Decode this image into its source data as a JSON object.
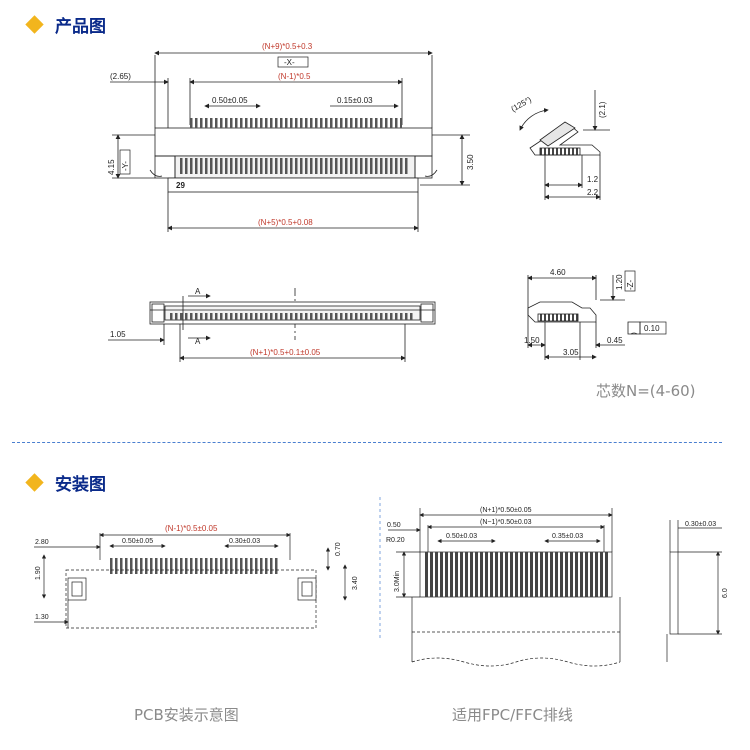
{
  "sections": {
    "product_title": "产品图",
    "install_title": "安装图"
  },
  "product": {
    "dim_top_total": "(N+9)*0.5+0.3",
    "label_x": "-X-",
    "dim_left": "(2.65)",
    "dim_pitch_total": "(N-1)*0.5",
    "dim_pitch": "0.50±0.05",
    "dim_pin_tol": "0.15±0.03",
    "dim_height": "4.15",
    "label_y": "-Y-",
    "dim_right_h": "3.50",
    "pin_number": "29",
    "dim_bottom": "(N+5)*0.5+0.08",
    "side_angle": "(125°)",
    "side_h": "(2.1)",
    "side_12": "1.2",
    "side_22": "2.2",
    "front_a_top": "A",
    "front_a_bottom": "A",
    "front_105": "1.05",
    "front_bottom": "(N+1)*0.5+0.1±0.05",
    "detail_460": "4.60",
    "detail_120": "1.20",
    "label_z": "-Z-",
    "detail_010": "0.10",
    "detail_150": "1.50",
    "detail_045": "0.45",
    "detail_305": "3.05",
    "pin_count_note": "芯数N=(4-60)"
  },
  "pcb": {
    "dim_total": "(N-1)*0.5±0.05",
    "dim_280": "2.80",
    "dim_pitch": "0.50±0.05",
    "dim_tol": "0.30±0.03",
    "dim_070": "0.70",
    "dim_190": "1.90",
    "dim_340": "3.40",
    "dim_130": "1.30",
    "caption": "PCB安装示意图"
  },
  "fpc": {
    "dim_n1": "(N+1)*0.50±0.05",
    "dim_050": "0.50",
    "dim_nm1": "(N−1)*0.50±0.03",
    "dim_r020": "R0.20",
    "dim_pitch": "0.50±0.03",
    "dim_tol": "0.35±0.03",
    "dim_3min": "3.0Min",
    "side_030": "0.30±0.03",
    "side_60": "6.0",
    "caption": "适用FPC/FFC排线"
  },
  "colors": {
    "title": "#0a2a8a",
    "diamond": "#f2b51d",
    "divider": "#4a7fd0",
    "dim_red": "#c0392b"
  }
}
